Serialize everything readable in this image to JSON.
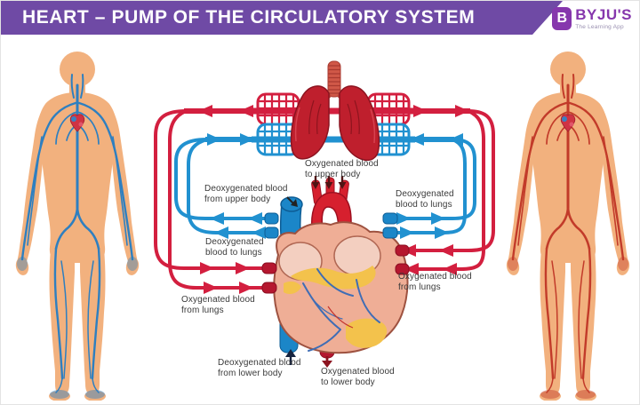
{
  "header": {
    "title": "HEART – PUMP OF THE CIRCULATORY SYSTEM",
    "logo": {
      "icon_letter": "B",
      "brand": "BYJU'S",
      "tagline": "The Learning App"
    }
  },
  "diagram": {
    "labels": {
      "oxygenated_to_upper_body": "Oxygenated blood\nto upper body",
      "deoxygenated_from_upper_body": "Deoxygenated blood\nfrom upper body",
      "deoxygenated_to_lungs_right": "Deoxygenated\nblood to lungs",
      "deoxygenated_to_lungs_left": "Deoxygenated\nblood to lungs",
      "oxygenated_from_lungs_right": "Oxygenated blood\nfrom lungs",
      "oxygenated_from_lungs_left": "Oxygenated blood\nfrom lungs",
      "deoxygenated_from_lower_body": "Deoxygenated blood\nfrom lower body",
      "oxygenated_to_lower_body": "Oxygenated blood\nto lower body"
    }
  },
  "figures": {
    "left": "human-body-venous-system",
    "right": "human-body-arterial-system"
  },
  "colors": {
    "banner_purple": "#6f4aa5",
    "logo_purple": "#8637ad",
    "artery_red": "#d31f3f",
    "vein_blue": "#2191d0",
    "skin": "#f2b17e",
    "label_text": "#3a3a3a"
  }
}
